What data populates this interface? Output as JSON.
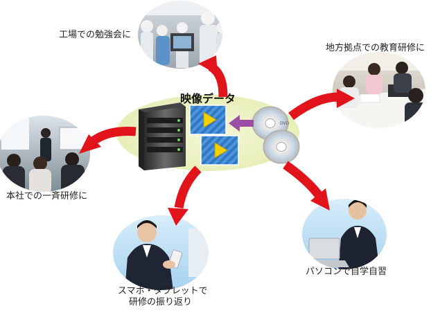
{
  "center": {
    "title": "映像データ",
    "disc_label": "DVD",
    "ellipse_color": "#eef2c6",
    "arrow_color": "#e0141a",
    "source_arrow_color": "#9b4ea6"
  },
  "scenes": {
    "factory": {
      "label": "工場での勉強会に",
      "icon": "factory-workers-photo"
    },
    "regional": {
      "label": "地方拠点での教育研修に",
      "icon": "meeting-photo"
    },
    "headoffice": {
      "label": "本社での一斉研修に",
      "icon": "seminar-photo"
    },
    "mobile": {
      "label_line1": "スマホ・タブレットで",
      "label_line2": "研修の振り返り",
      "icon": "smartphone-user-photo"
    },
    "pc": {
      "label": "パソコンで自学自習",
      "icon": "laptop-user-photo"
    }
  }
}
